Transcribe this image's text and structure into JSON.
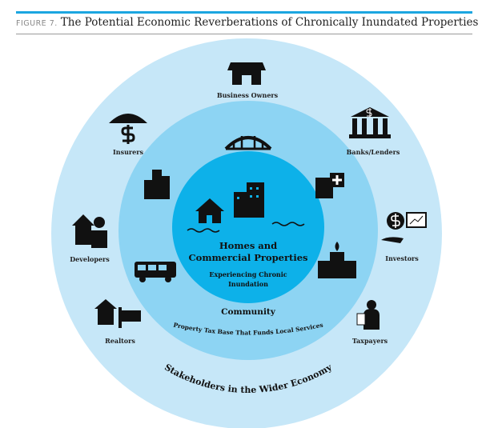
{
  "figure": {
    "label": "FIGURE 7.",
    "title": "The Potential Economic Reverberations of Chronically Inundated Properties"
  },
  "inner": {
    "title_line1": "Homes and",
    "title_line2": "Commercial Properties",
    "sub_line1": "Experiencing Chronic",
    "sub_line2": "Inundation"
  },
  "middle": {
    "title": "Community",
    "subtitle": "Property Tax Base That Funds Local Services"
  },
  "outer": {
    "title": "Stakeholders in the Wider Economy",
    "stakeholders": [
      "Business Owners",
      "Banks/Lenders",
      "Investors",
      "Taxpayers",
      "Realtors",
      "Developers",
      "Insurers"
    ]
  },
  "colors": {
    "outer": "#c6e7f8",
    "middle": "#8dd4f3",
    "inner": "#0db1e9",
    "accent": "#1ba6e0"
  }
}
